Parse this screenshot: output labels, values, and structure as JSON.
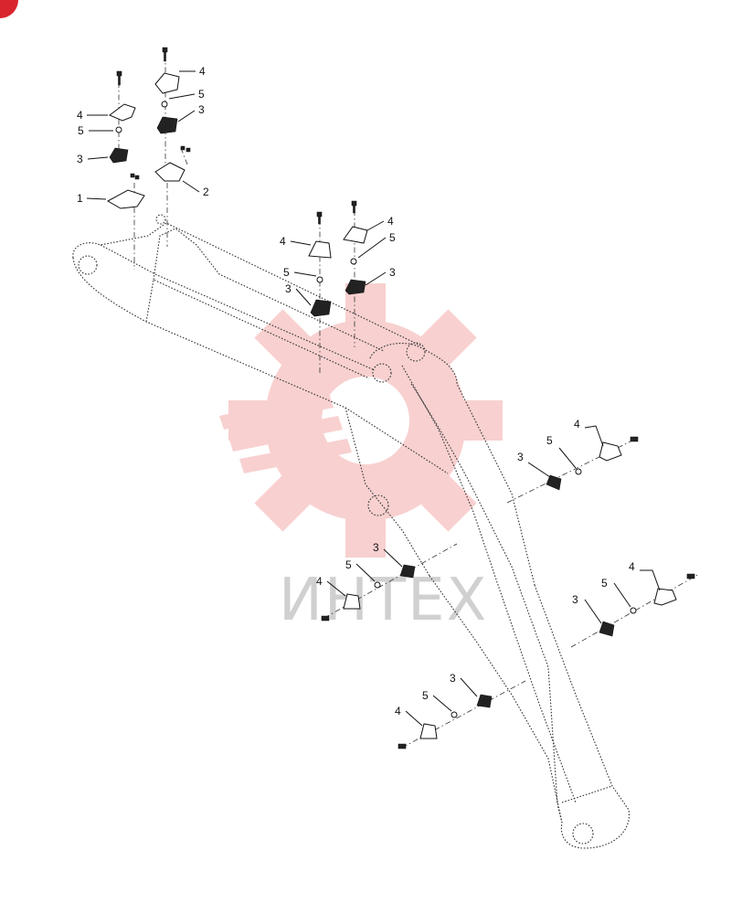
{
  "watermark": {
    "text": "ИНТЕХ",
    "gear_color": "#f7c8c8",
    "text_color": "#d0d0d0"
  },
  "corner_badge_color": "#d9262e",
  "callouts": [
    {
      "label": "4"
    },
    {
      "label": "5"
    },
    {
      "label": "3"
    },
    {
      "label": "1"
    },
    {
      "label": "4"
    },
    {
      "label": "5"
    },
    {
      "label": "3"
    },
    {
      "label": "2"
    },
    {
      "label": "4"
    },
    {
      "label": "5"
    },
    {
      "label": "3"
    },
    {
      "label": "4"
    },
    {
      "label": "5"
    },
    {
      "label": "3"
    },
    {
      "label": "4"
    },
    {
      "label": "5"
    },
    {
      "label": "3"
    },
    {
      "label": "5"
    },
    {
      "label": "3"
    },
    {
      "label": "4"
    },
    {
      "label": "4"
    },
    {
      "label": "5"
    },
    {
      "label": "3"
    },
    {
      "label": "4"
    },
    {
      "label": "5"
    },
    {
      "label": "3"
    }
  ]
}
